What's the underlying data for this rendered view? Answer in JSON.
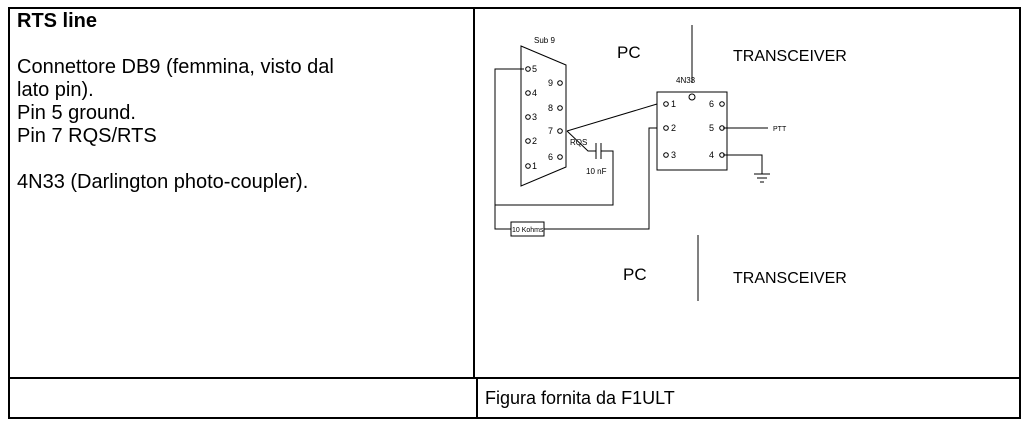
{
  "left_cell": {
    "title": "RTS line",
    "lines": [
      "Connettore DB9 (femmina, visto dal",
      "lato pin).",
      "Pin 5 ground.",
      "Pin 7 RQS/RTS",
      "4N33 (Darlington photo-coupler)."
    ]
  },
  "caption": "Figura fornita da F1ULT",
  "diagram": {
    "labels": {
      "sub9": "Sub 9",
      "pc_top": "PC",
      "transceiver_top": "TRANSCEIVER",
      "ic": "4N33",
      "ptt": "PTT",
      "rqs": "RQS",
      "cap": "10 nF",
      "resistor": "10 Kohms",
      "pc_bottom": "PC",
      "transceiver_bottom": "TRANSCEIVER"
    },
    "db9_pins": [
      "5",
      "9",
      "4",
      "8",
      "3",
      "7",
      "2",
      "6",
      "1"
    ],
    "ic_pins": [
      "1",
      "2",
      "3",
      "6",
      "5",
      "4"
    ]
  }
}
